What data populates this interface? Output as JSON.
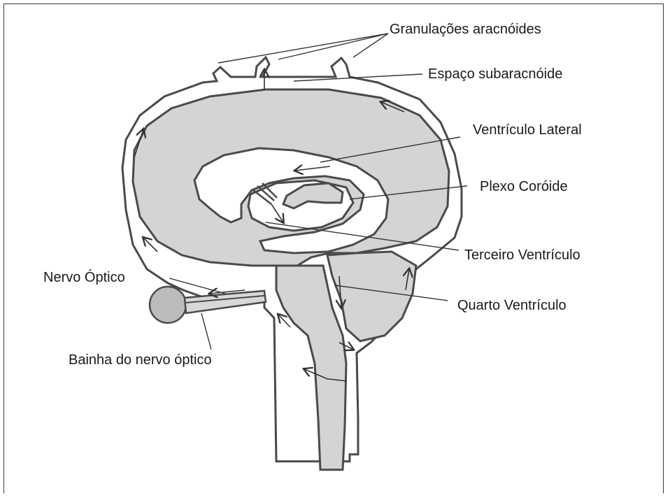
{
  "labels": {
    "arachnoid_granulations": "Granulações aracnóides",
    "subarachnoid_space": "Espaço subaracnóide",
    "lateral_ventricle": "Ventrículo Lateral",
    "choroid_plexus": "Plexo Coróide",
    "third_ventricle": "Terceiro Ventrículo",
    "optic_nerve": "Nervo Óptico",
    "fourth_ventricle": "Quarto Ventrículo",
    "optic_nerve_sheath": "Bainha do nervo óptico"
  },
  "colors": {
    "tissue_fill": "#d4d4d4",
    "outline": "#4a4a4a",
    "eye_fill": "#bcbcbc",
    "text": "#1a1a1a"
  }
}
